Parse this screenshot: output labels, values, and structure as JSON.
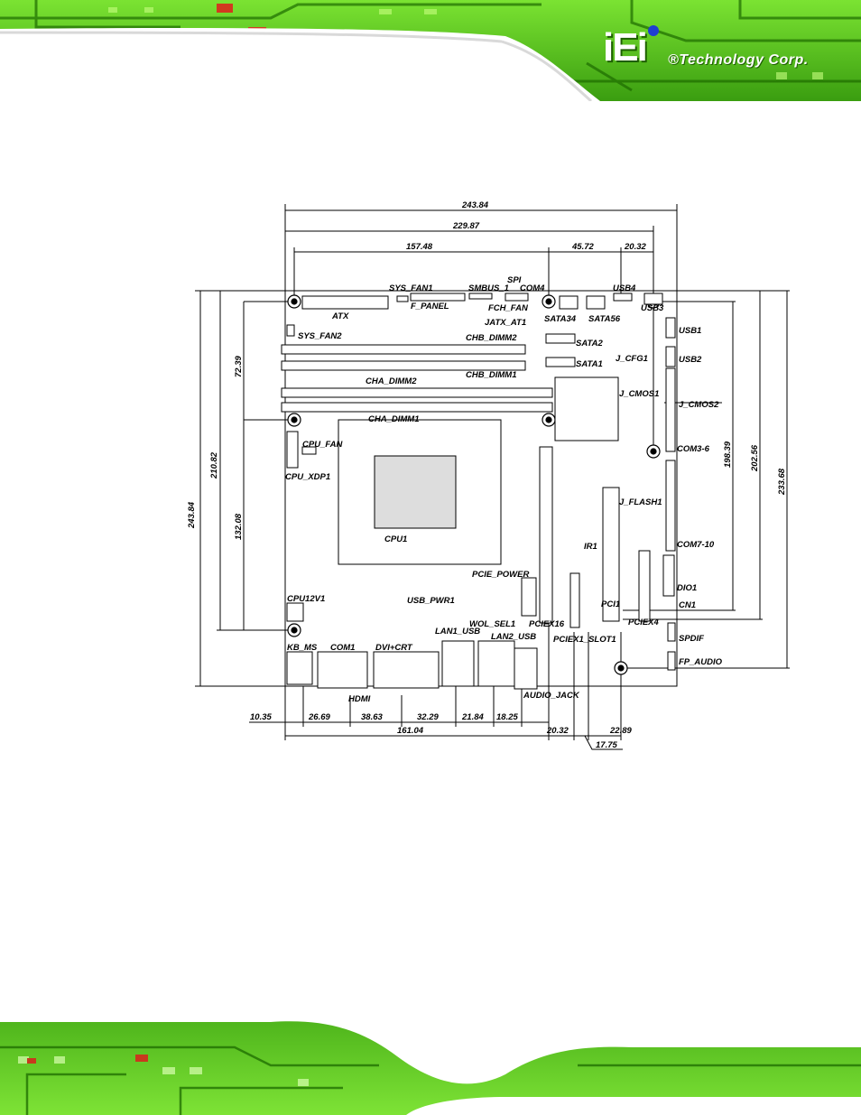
{
  "header": {
    "company": "®Technology Corp.",
    "logo_letters": "iEi",
    "colors": {
      "green": "#5ac81e",
      "dark_green": "#1d6b00",
      "white": "#ffffff"
    }
  },
  "diagram": {
    "dimensions": {
      "top": [
        "243.84",
        "229.87",
        "157.48",
        "45.72",
        "20.32"
      ],
      "left": [
        "243.84",
        "210.82",
        "72.39",
        "132.08"
      ],
      "right": [
        "198.39",
        "202.56",
        "233.68"
      ],
      "bottom": [
        "10.35",
        "26.69",
        "38.63",
        "32.29",
        "21.84",
        "18.25",
        "161.04",
        "20.32",
        "22.89",
        "17.75"
      ]
    },
    "labels": {
      "sys_fan1": "SYS_FAN1",
      "spi": "SPI",
      "smbus_1": "SMBUS_1",
      "com4": "COM4",
      "usb4": "USB4",
      "f_panel": "F_PANEL",
      "fch_fan": "FCH_FAN",
      "usb3": "USB3",
      "atx": "ATX",
      "jatx_at1": "JATX_AT1",
      "sata34": "SATA34",
      "sata56": "SATA56",
      "sys_fan2": "SYS_FAN2",
      "chb_dimm2": "CHB_DIMM2",
      "usb1": "USB1",
      "sata2": "SATA2",
      "j_cfg1": "J_CFG1",
      "usb2": "USB2",
      "sata1": "SATA1",
      "chb_dimm1": "CHB_DIMM1",
      "cha_dimm2": "CHA_DIMM2",
      "j_cmos1": "J_CMOS1",
      "j_cmos2": "J_CMOS2",
      "cha_dimm1": "CHA_DIMM1",
      "cpu_fan": "CPU_FAN",
      "com3_6": "COM3-6",
      "cpu_xdp1": "CPU_XDP1",
      "j_flash1": "J_FLASH1",
      "cpu1": "CPU1",
      "ir1": "IR1",
      "com7_10": "COM7-10",
      "pcie_power": "PCIE_POWER",
      "dio1": "DIO1",
      "cpu12v1": "CPU12V1",
      "usb_pwr1": "USB_PWR1",
      "pci1": "PCI1",
      "cn1": "CN1",
      "wol_sel1": "WOL_SEL1",
      "pciex16": "PCIEX16",
      "pciex4": "PCIEX4",
      "lan1_usb": "LAN1_USB",
      "spdif": "SPDIF",
      "lan2_usb": "LAN2_USB",
      "pciex1_slot1": "PCIEX1_SLOT1",
      "kb_ms": "KB_MS",
      "com1": "COM1",
      "dvi_crt": "DVI+CRT",
      "fp_audio": "FP_AUDIO",
      "hdmi": "HDMI",
      "audio_jack": "AUDIO_JACK"
    }
  }
}
